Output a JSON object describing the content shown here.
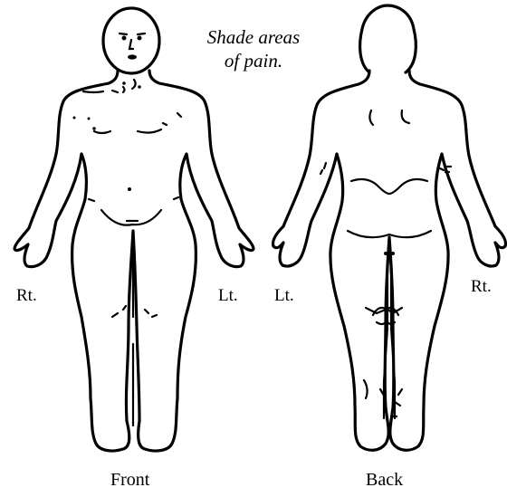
{
  "instruction": {
    "line1": "Shade areas",
    "line2": "of pain."
  },
  "front": {
    "caption": "Front",
    "left_side_label": "Rt.",
    "right_side_label": "Lt."
  },
  "back": {
    "caption": "Back",
    "left_side_label": "Lt.",
    "right_side_label": "Rt."
  }
}
